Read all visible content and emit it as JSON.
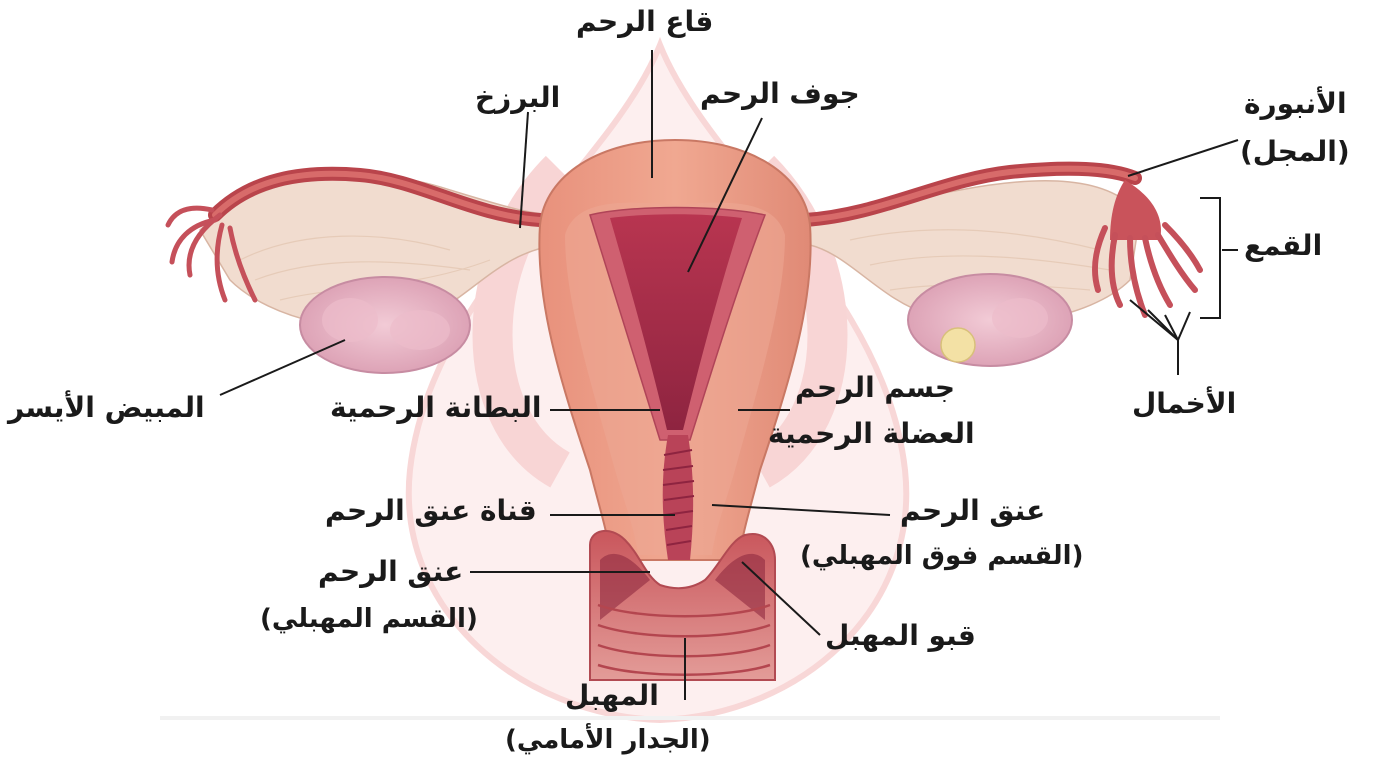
{
  "labels": {
    "fundus": "قاع الرحم",
    "uterine_cavity": "جوف الرحم",
    "isthmus": "البرزخ",
    "ampulla": "الأنبورة",
    "ampulla_alt": "(المجل)",
    "infundibulum": "القمع",
    "fimbriae": "الأخمال",
    "left_ovary": "المبيض الأيسر",
    "endometrium": "البطانة الرحمية",
    "uterine_body": "جسم الرحم",
    "myometrium": "العضلة الرحمية",
    "cervical_canal": "قناة عنق الرحم",
    "cervix_supravaginal": "عنق الرحم",
    "cervix_supravaginal_sub": "(القسم فوق المهبلي)",
    "cervix_vaginal": "عنق الرحم",
    "cervix_vaginal_sub": "(القسم المهبلي)",
    "vaginal_fornix": "قبو المهبل",
    "vagina": "المهبل",
    "vagina_sub": "(الجدار الأمامي)"
  },
  "colors": {
    "watermark": "#f4c7c7",
    "uterus_outer": "#e89a83",
    "uterus_muscle": "#d97f6b",
    "endometrium": "#c84e5f",
    "cavity": "#a8304a",
    "tube": "#c4545a",
    "ovary": "#e7b6c6",
    "vagina": "#d77174",
    "leader_line": "#1a1a1a",
    "text": "#1a1a1a"
  }
}
